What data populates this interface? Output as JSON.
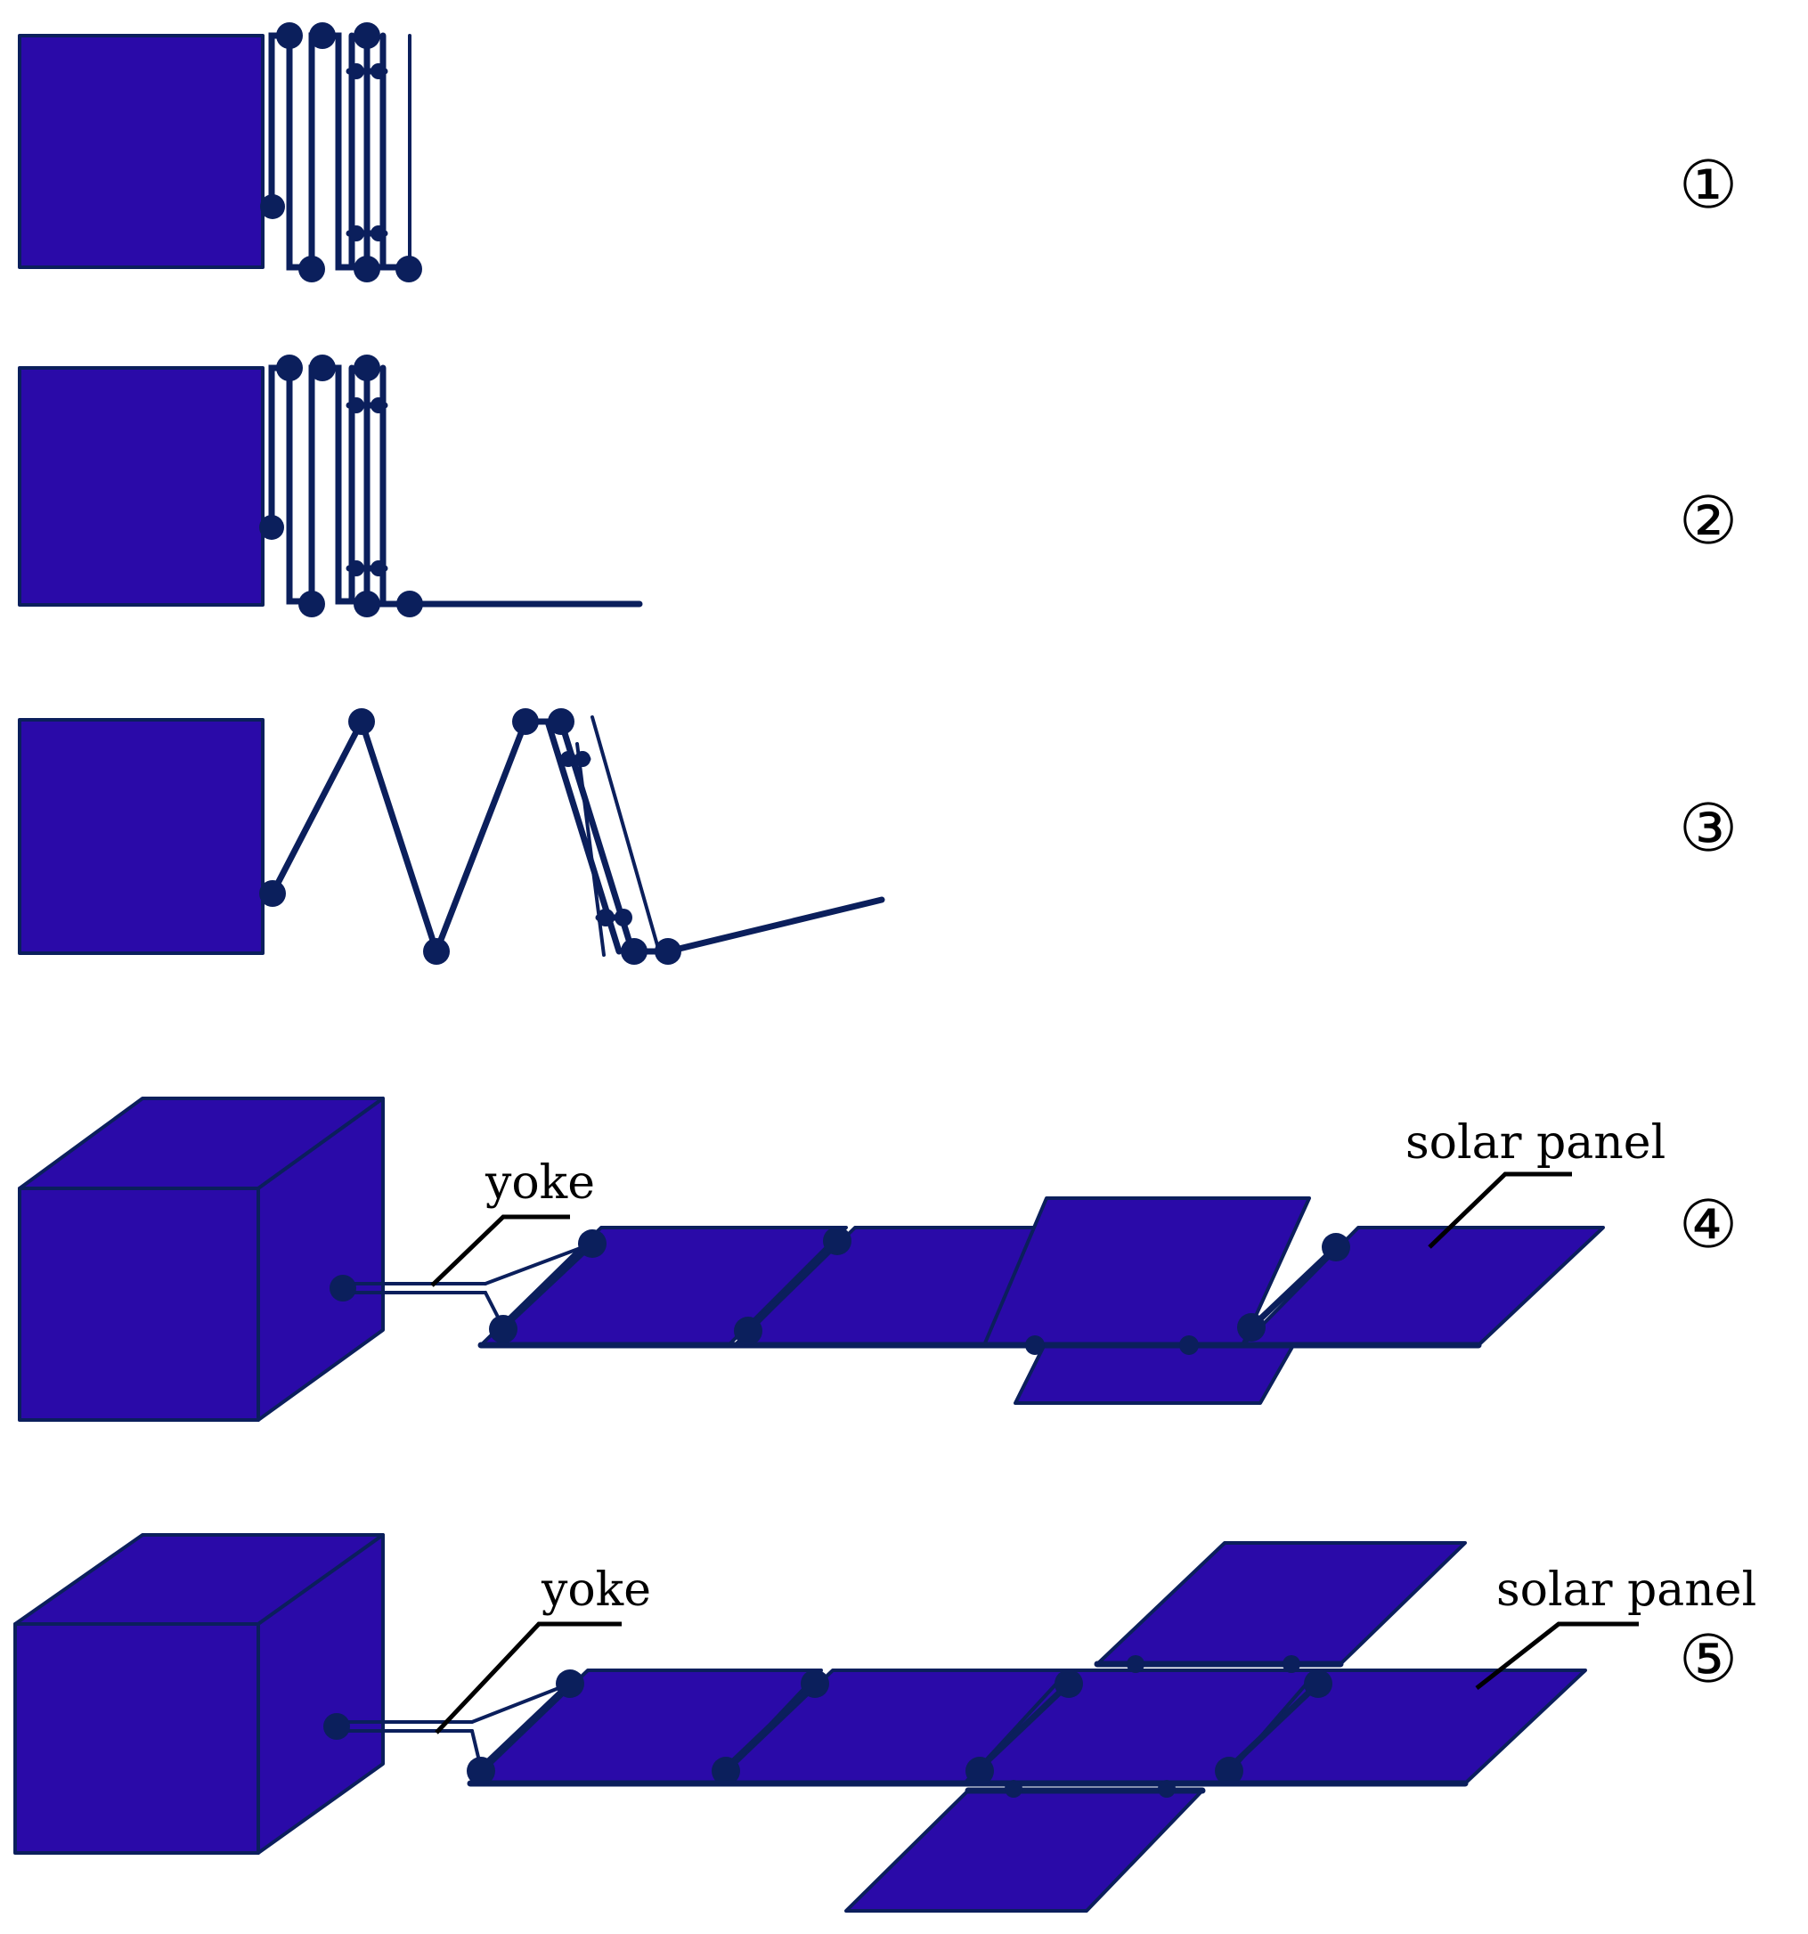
{
  "steps": [
    {
      "marker": "①"
    },
    {
      "marker": "②"
    },
    {
      "marker": "③"
    },
    {
      "marker": "④",
      "labels": {
        "yoke": "yoke",
        "solar_panel": "solar panel"
      }
    },
    {
      "marker": "⑤",
      "labels": {
        "yoke": "yoke",
        "solar_panel": "solar panel"
      }
    }
  ],
  "colors": {
    "panel_fill": "#2a0aa8",
    "outline": "#0b1f5c",
    "text": "#000000"
  }
}
